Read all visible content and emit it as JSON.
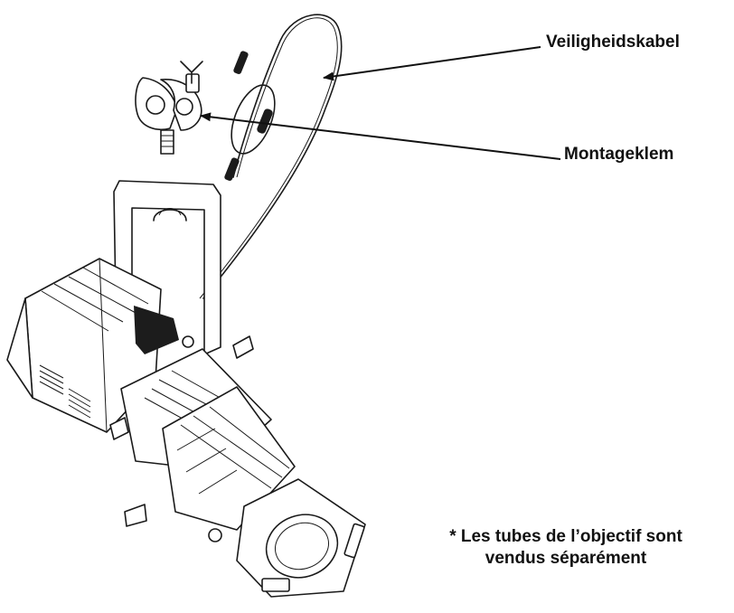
{
  "labels": {
    "safety_cable": "Veiligheidskabel",
    "mounting_clamp": "Montageklem"
  },
  "note": {
    "line1": "* Les tubes de l’objectif sont",
    "line2": "vendus séparément"
  },
  "icons": [
    "mounting-clamp-icon",
    "safety-cable-icon",
    "ellipsoidal-fixture-icon"
  ],
  "colors": {
    "line": "#1a1a1a",
    "background": "#ffffff"
  }
}
